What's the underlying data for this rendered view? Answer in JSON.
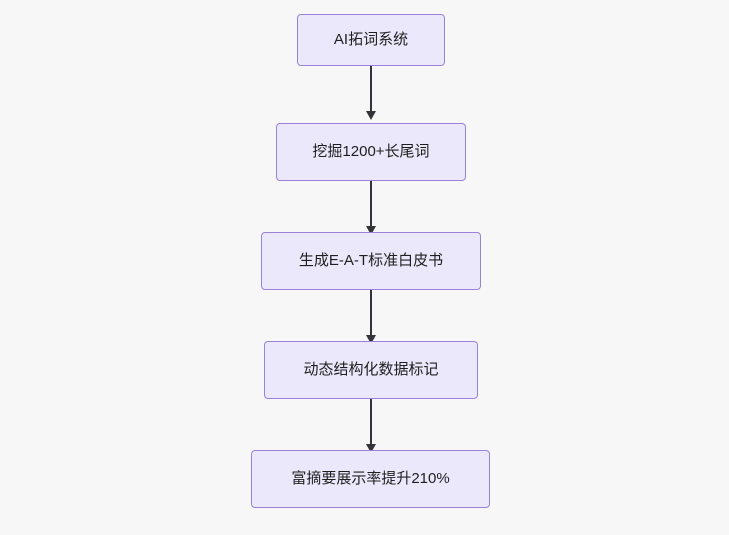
{
  "diagram": {
    "type": "flowchart",
    "direction": "top-to-bottom",
    "background_color": "#f7f7f7",
    "node_fill_color": "#ece8fb",
    "node_border_color": "#9a82db",
    "edge_color": "#33333a",
    "nodes": [
      {
        "id": "n1",
        "label": "AI拓词系统"
      },
      {
        "id": "n2",
        "label": "挖掘1200+长尾词"
      },
      {
        "id": "n3",
        "label": "生成E-A-T标准白皮书"
      },
      {
        "id": "n4",
        "label": "动态结构化数据标记"
      },
      {
        "id": "n5",
        "label": "富摘要展示率提升210%"
      }
    ],
    "edges": [
      {
        "from": "n1",
        "to": "n2"
      },
      {
        "from": "n2",
        "to": "n3"
      },
      {
        "from": "n3",
        "to": "n4"
      },
      {
        "from": "n4",
        "to": "n5"
      }
    ]
  }
}
